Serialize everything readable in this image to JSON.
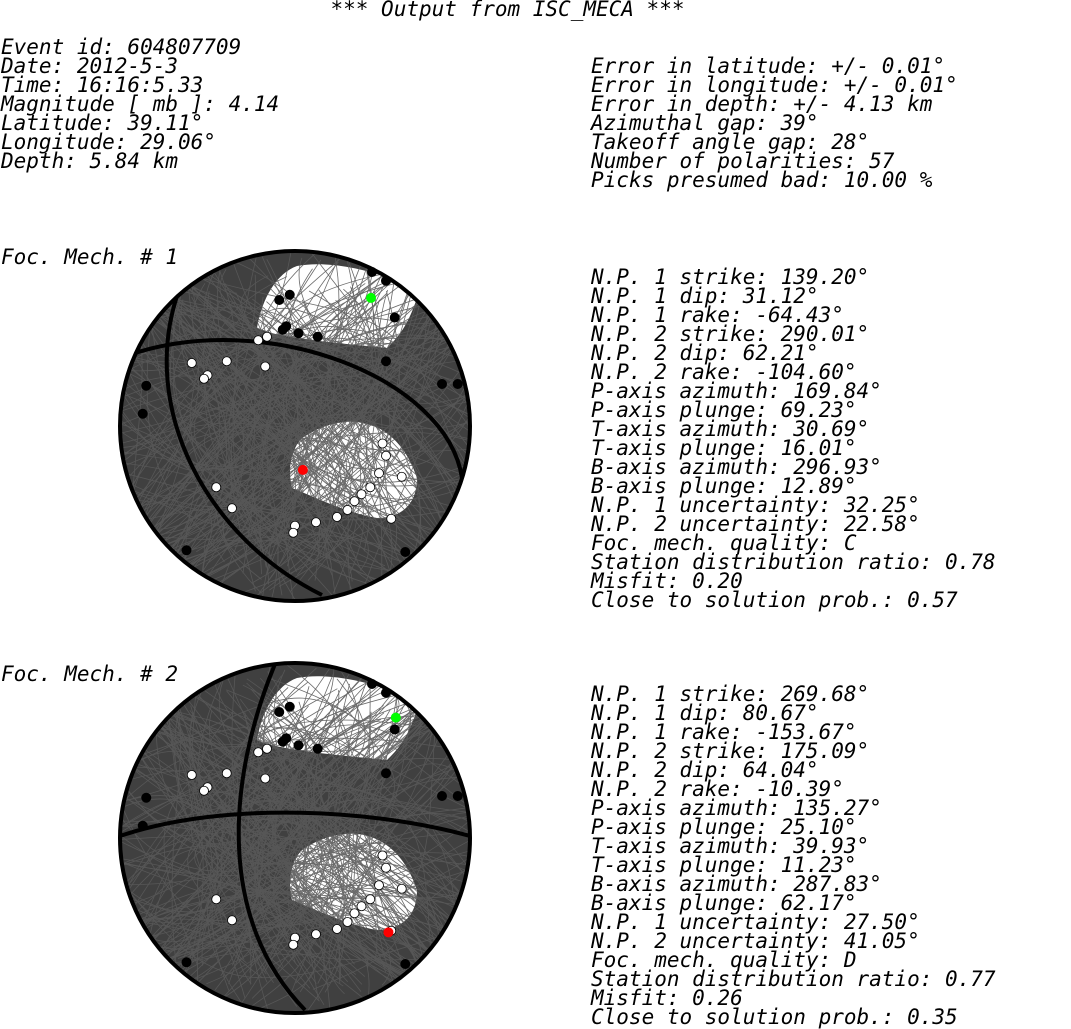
{
  "title": "*** Output from ISC_MECA ***",
  "event_info": [
    "Event id: 604807709",
    "Date: 2012-5-3",
    "Time: 16:16:5.33",
    "Magnitude [ mb ]: 4.14",
    "Latitude: 39.11°",
    "Longitude: 29.06°",
    "Depth: 5.84 km"
  ],
  "error_info": [
    "Error in latitude: +/- 0.01°",
    "Error in longitude: +/- 0.01°",
    "Error in depth: +/- 4.13 km",
    "Azimuthal gap: 39°",
    "Takeoff angle gap: 28°",
    "Number of polarities: 57",
    "Picks presumed bad: 10.00 %"
  ],
  "mechanisms": [
    {
      "label": "Foc. Mech. # 1",
      "p_axis": {
        "azimuth": 169.84,
        "plunge": 69.23
      },
      "t_axis": {
        "azimuth": 30.69,
        "plunge": 16.01
      },
      "params": [
        "N.P. 1 strike: 139.20°",
        "N.P. 1 dip: 31.12°",
        "N.P. 1 rake: -64.43°",
        "N.P. 2 strike: 290.01°",
        "N.P. 2 dip: 62.21°",
        "N.P. 2 rake: -104.60°",
        "P-axis azimuth: 169.84°",
        "P-axis plunge: 69.23°",
        "T-axis azimuth: 30.69°",
        "T-axis plunge: 16.01°",
        "B-axis azimuth: 296.93°",
        "B-axis plunge: 12.89°",
        "N.P. 1 uncertainty: 32.25°",
        "N.P. 2 uncertainty: 22.58°",
        "Foc. mech. quality: C",
        "Station distribution ratio: 0.78",
        "Misfit: 0.20",
        "Close to solution prob.: 0.57"
      ]
    },
    {
      "label": "Foc. Mech. # 2",
      "p_axis": {
        "azimuth": 135.27,
        "plunge": 25.1
      },
      "t_axis": {
        "azimuth": 39.93,
        "plunge": 11.23
      },
      "params": [
        "N.P. 1 strike: 269.68°",
        "N.P. 1 dip: 80.67°",
        "N.P. 1 rake: -153.67°",
        "N.P. 2 strike: 175.09°",
        "N.P. 2 dip: 64.04°",
        "N.P. 2 rake: -10.39°",
        "P-axis azimuth: 135.27°",
        "P-axis plunge: 25.10°",
        "T-axis azimuth: 39.93°",
        "T-axis plunge: 11.23°",
        "B-axis azimuth: 287.83°",
        "B-axis plunge: 62.17°",
        "N.P. 1 uncertainty: 27.50°",
        "N.P. 2 uncertainty: 41.05°",
        "Foc. mech. quality: D",
        "Station distribution ratio: 0.77",
        "Misfit: 0.26",
        "Close to solution prob.: 0.35"
      ]
    }
  ],
  "colors": {
    "background": "#ffffff",
    "text": "#000000",
    "beachball_fill": "#404040",
    "curve_lines": "#5a5a5a",
    "outline": "#000000",
    "t_axis_marker": "#00ff00",
    "p_axis_marker": "#ff0000",
    "compression_polarity": "#000000",
    "dilatation_polarity": "#ffffff"
  },
  "polarities": {
    "compression": [
      [
        0.44,
        -0.88
      ],
      [
        0.52,
        -0.83
      ],
      [
        -0.09,
        -0.72
      ],
      [
        -0.03,
        -0.75
      ],
      [
        0.57,
        -0.62
      ],
      [
        -0.05,
        -0.57
      ],
      [
        0.02,
        -0.53
      ],
      [
        -0.07,
        -0.55
      ],
      [
        0.13,
        -0.51
      ],
      [
        0.52,
        -0.37
      ],
      [
        0.84,
        -0.24
      ],
      [
        0.93,
        -0.24
      ],
      [
        -0.85,
        -0.23
      ],
      [
        -0.87,
        -0.07
      ],
      [
        -0.62,
        0.71
      ],
      [
        0.63,
        0.72
      ]
    ],
    "dilatation": [
      [
        -0.21,
        -0.49
      ],
      [
        -0.16,
        -0.51
      ],
      [
        -0.59,
        -0.36
      ],
      [
        -0.39,
        -0.37
      ],
      [
        -0.5,
        -0.29
      ],
      [
        -0.52,
        -0.27
      ],
      [
        -0.17,
        -0.34
      ],
      [
        0.5,
        0.1
      ],
      [
        0.52,
        0.17
      ],
      [
        0.48,
        0.27
      ],
      [
        0.43,
        0.35
      ],
      [
        0.38,
        0.39
      ],
      [
        0.34,
        0.43
      ],
      [
        0.3,
        0.48
      ],
      [
        0.24,
        0.52
      ],
      [
        0.12,
        0.55
      ],
      [
        0.0,
        0.57
      ],
      [
        0.55,
        0.53
      ],
      [
        0.61,
        0.29
      ],
      [
        -0.45,
        0.35
      ],
      [
        -0.36,
        0.47
      ],
      [
        -0.01,
        0.61
      ]
    ]
  }
}
